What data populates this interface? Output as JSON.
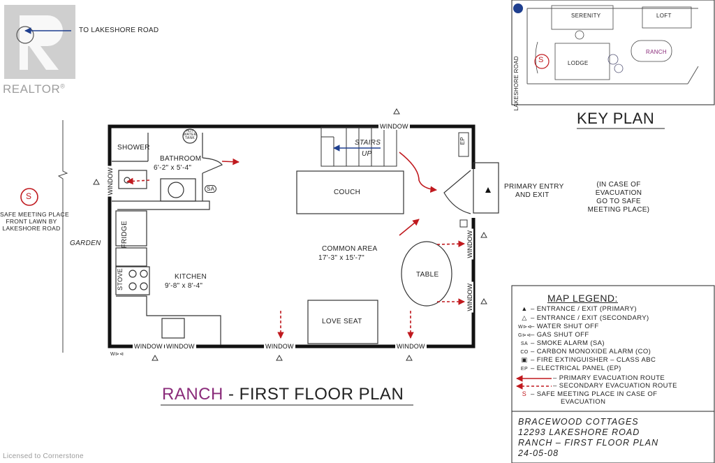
{
  "watermark": {
    "brand": "REALTOR",
    "reg": "®"
  },
  "footer_license": "Licensed to Cornerstone",
  "direction_label": "TO LAKESHORE ROAD",
  "title": {
    "name": "RANCH",
    "separator": " - ",
    "rest": "FIRST FLOOR PLAN"
  },
  "key_plan": {
    "title": "KEY PLAN",
    "road": "LAKESHORE ROAD",
    "buildings": [
      "SERENITY",
      "LOFT",
      "LODGE",
      "RANCH"
    ],
    "safe_symbol": "S"
  },
  "rooms": {
    "shower": "SHOWER",
    "bathroom": "BATHROOM",
    "bathroom_dims": "6'-2\" x 5'-4\"",
    "hot_water_tank": [
      "HOT",
      "WATER",
      "TANK"
    ],
    "stairs": "STAIRS",
    "up": "UP",
    "couch": "COUCH",
    "fridge": "FRIDGE",
    "stove": "STOVE",
    "kitchen": "KITCHEN",
    "kitchen_dims": "9'-8\" x 8'-4\"",
    "common_area": "COMMON AREA",
    "common_area_dims": "17'-3\" x 15'-7\"",
    "table": "TABLE",
    "love_seat": "LOVE SEAT",
    "garden": "GARDEN",
    "ep": "EP",
    "sa": "SA"
  },
  "windows": {
    "label": "WINDOW"
  },
  "primary_entry": [
    "PRIMARY ENTRY",
    "AND EXIT"
  ],
  "evacuation_note": [
    "(IN CASE OF",
    "EVACUATION",
    "GO TO SAFE",
    "MEETING PLACE)"
  ],
  "safe_meeting": {
    "symbol": "S",
    "lines": [
      "SAFE MEETING PLACE",
      "FRONT LAWN BY",
      "LAKESHORE ROAD"
    ]
  },
  "water_shutoff_symbol": "W⊳⊲",
  "legend": {
    "title": "MAP LEGEND:",
    "items": [
      {
        "symbol": "▲",
        "text": "– ENTRANCE / EXIT (PRIMARY)"
      },
      {
        "symbol": "△",
        "text": "– ENTRANCE / EXIT (SECONDARY)"
      },
      {
        "symbol": "W⊳⊲",
        "text": "– WATER SHUT OFF"
      },
      {
        "symbol": "G⊳⊲",
        "text": "– GAS SHUT OFF"
      },
      {
        "symbol": "SA",
        "text": "– SMOKE ALARM (SA)"
      },
      {
        "symbol": "CO",
        "text": "– CARBON MONOXIDE ALARM (CO)"
      },
      {
        "symbol": "▣",
        "text": "– FIRE EXTINGUISHER – CLASS ABC"
      },
      {
        "symbol": "EP",
        "text": "– ELECTRICAL PANEL (EP)"
      },
      {
        "symbol": "",
        "text": "– PRIMARY EVACUATION ROUTE"
      },
      {
        "symbol": "",
        "text": "– SECONDARY EVACUATION ROUTE"
      },
      {
        "symbol": "S",
        "text": "– SAFE MEETING PLACE IN CASE OF"
      },
      {
        "symbol": "",
        "text": "EVACUATION"
      }
    ]
  },
  "title_block": [
    "BRACEWOOD COTTAGES",
    "12293 LAKESHORE ROAD",
    "RANCH – FIRST FLOOR PLAN",
    "24-05-08"
  ],
  "colors": {
    "evac_red": "#c0191e",
    "wall": "#111111",
    "ranch_purple": "#8a2b7a",
    "arrow_blue": "#1f3f8f"
  }
}
